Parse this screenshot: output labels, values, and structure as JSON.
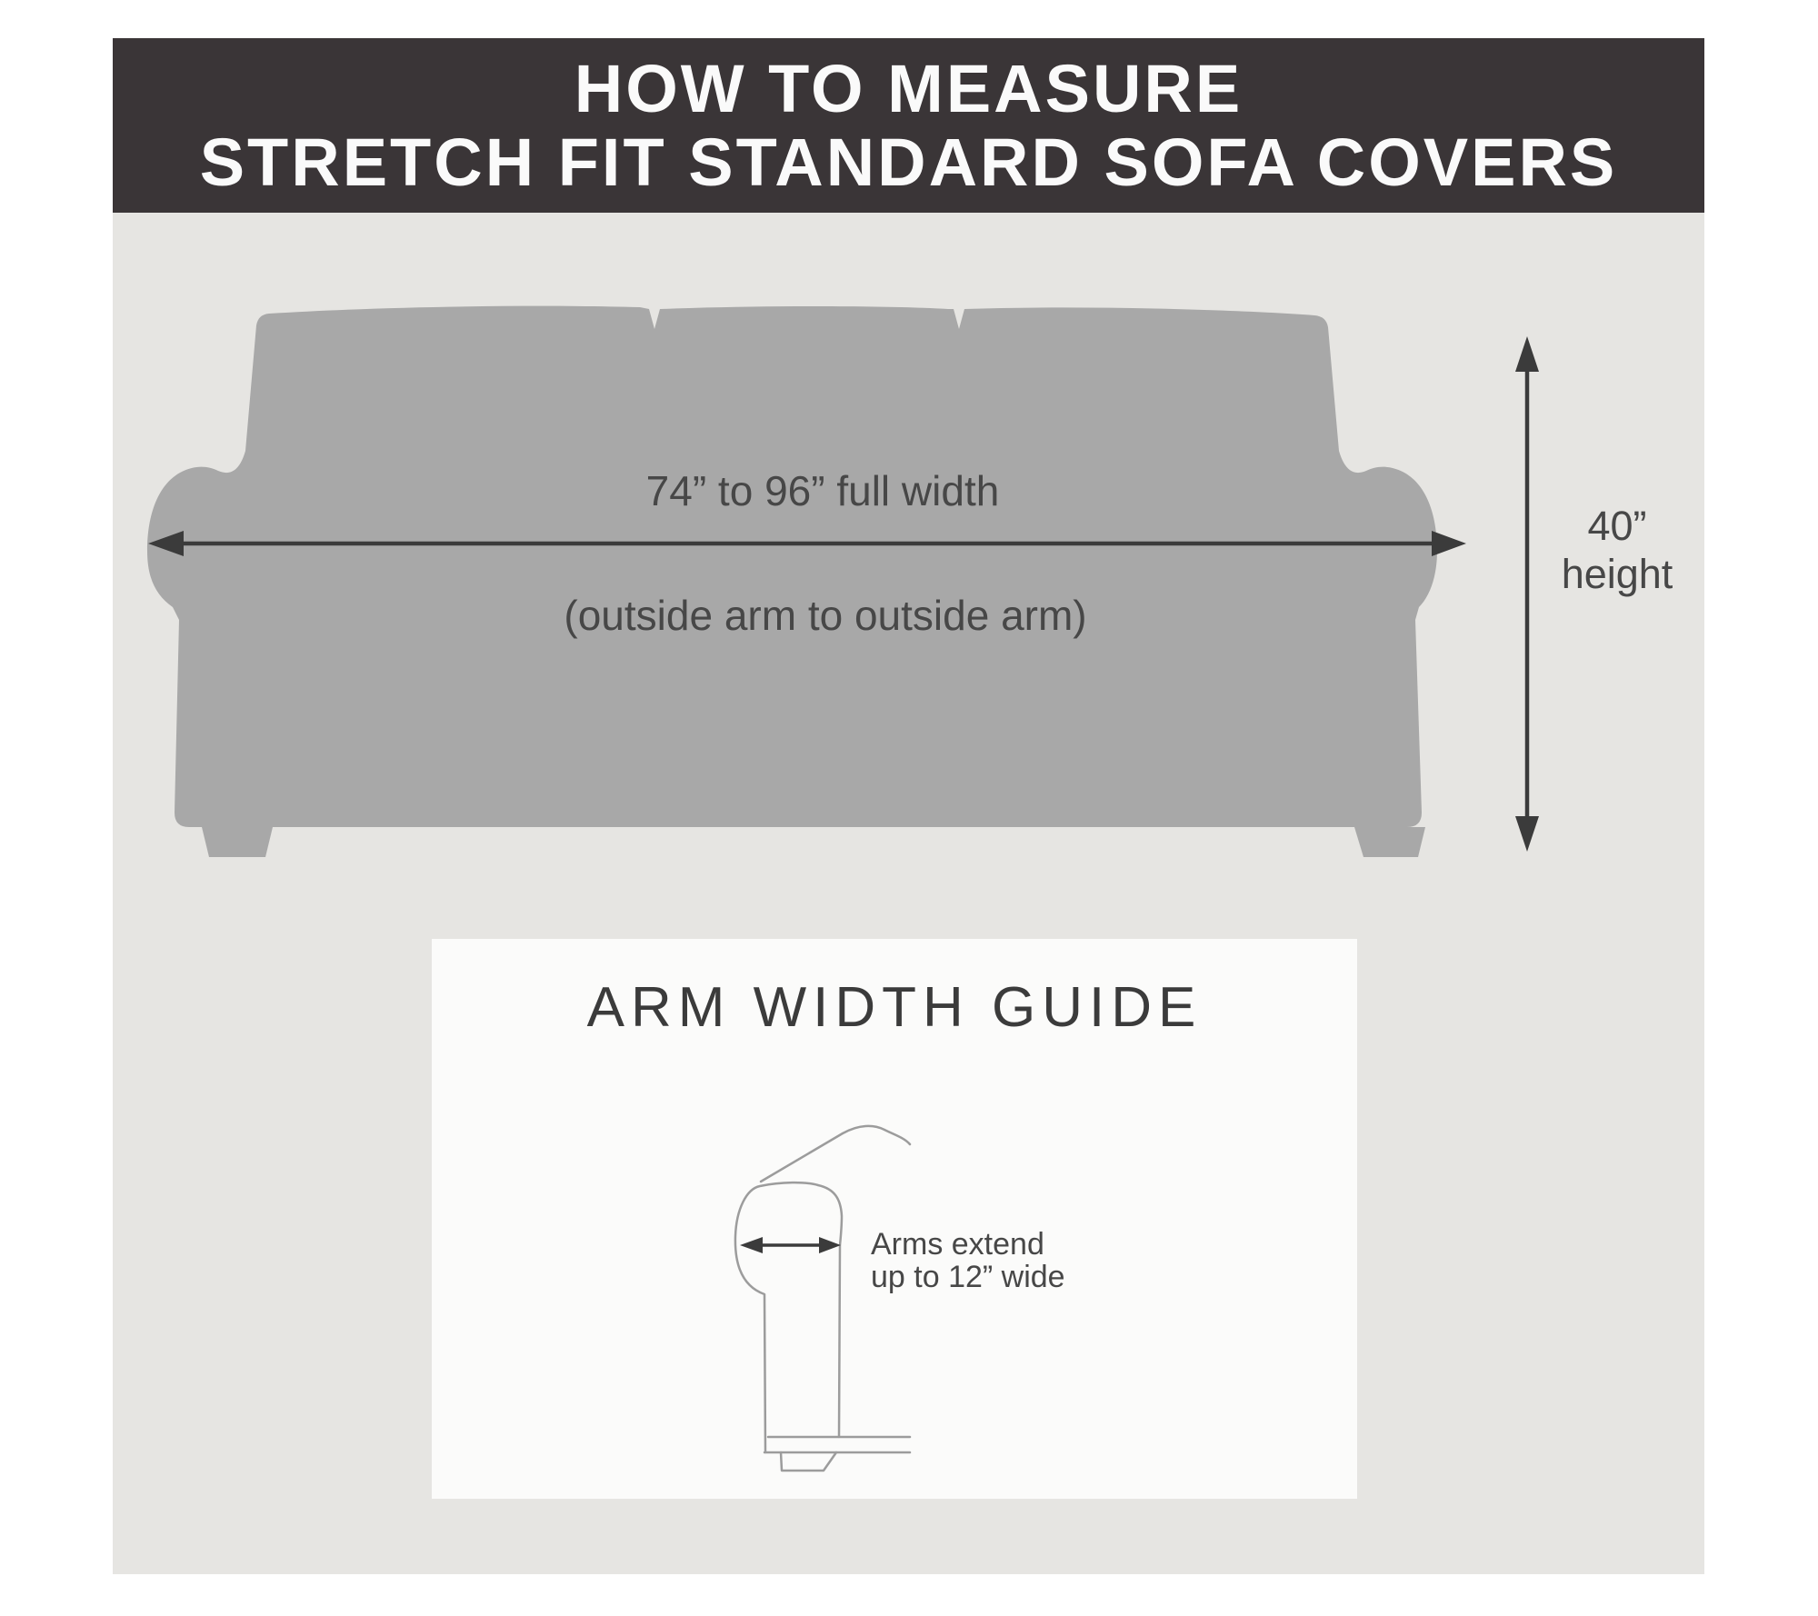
{
  "header": {
    "line1": "HOW TO MEASURE",
    "line2": "STRETCH FIT STANDARD SOFA COVERS"
  },
  "measure": {
    "width_label": "74” to 96” full width",
    "width_note": "(outside arm to outside arm)",
    "height_value": "40”",
    "height_word": "height"
  },
  "arm_guide": {
    "title": "ARM WIDTH GUIDE",
    "note_line1": "Arms extend",
    "note_line2": "up to 12” wide"
  },
  "colors": {
    "banner_bg": "#3a3537",
    "banner_text": "#fafafa",
    "canvas_bg": "#e6e5e2",
    "sofa_fill": "#a8a8a8",
    "box_bg": "#fbfbfa",
    "dark": "#3b3b3b",
    "label_text": "#474747",
    "outline": "#9c9c9c"
  }
}
